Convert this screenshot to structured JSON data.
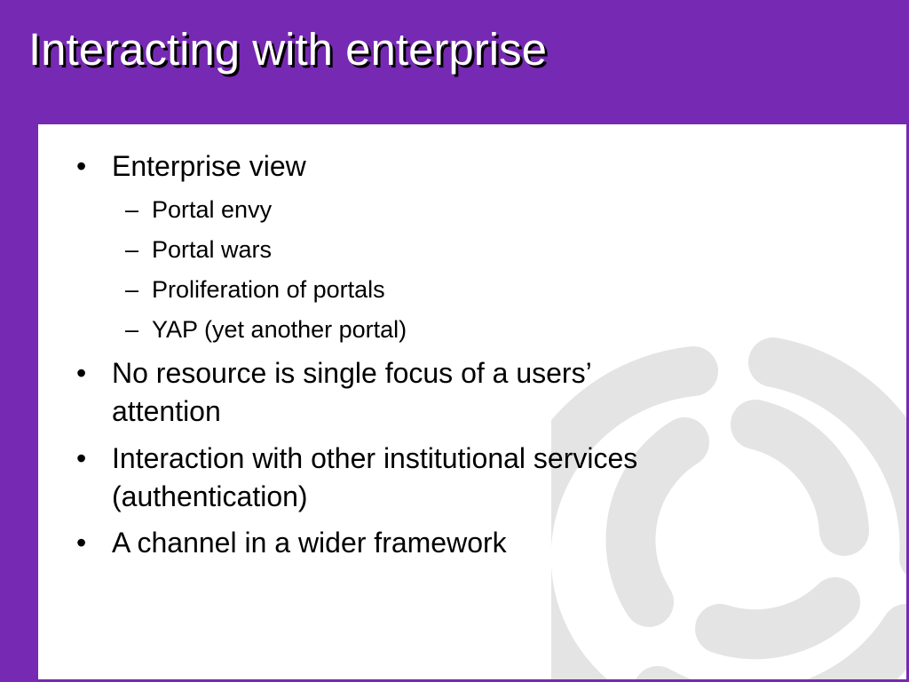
{
  "slide": {
    "title": "Interacting with enterprise",
    "bullet_glyph": "•",
    "sub_glyph": "–",
    "bullets": [
      {
        "text": "Enterprise view",
        "sub": [
          "Portal envy",
          "Portal wars",
          "Proliferation of portals",
          "YAP (yet another portal)"
        ]
      },
      {
        "line1": "No resource is single focus of a users’",
        "line2": "attention"
      },
      {
        "line1": "Interaction with other institutional services",
        "line2": "(authentication)"
      },
      {
        "text": "A channel in a wider framework"
      }
    ]
  },
  "colors": {
    "background": "#7629b2",
    "panel": "#ffffff",
    "title_text": "#ffffff",
    "title_shadow": "#000000",
    "body_text": "#000000",
    "watermark": "#e4e4e4"
  },
  "icons": {
    "watermark": "swirl-logo-icon"
  }
}
